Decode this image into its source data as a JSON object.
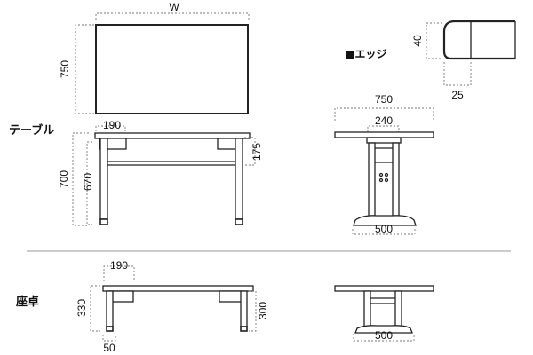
{
  "labels": {
    "table_section": "テーブル",
    "lowtable_section": "座卓",
    "edge_note": "■エッジ"
  },
  "dimensions": {
    "top_width": "W",
    "top_depth": "750",
    "table_drawer_width": "190",
    "table_height": "700",
    "table_leg_height": "670",
    "table_drawer_clearance": "175",
    "side_depth": "750",
    "side_column_width": "240",
    "side_base_width": "500",
    "edge_thickness": "40",
    "edge_radius": "25",
    "lowtable_drawer_width": "190",
    "lowtable_height": "330",
    "lowtable_leg_height": "300",
    "lowtable_foot_width": "50",
    "lowtable_base_width": "500"
  }
}
